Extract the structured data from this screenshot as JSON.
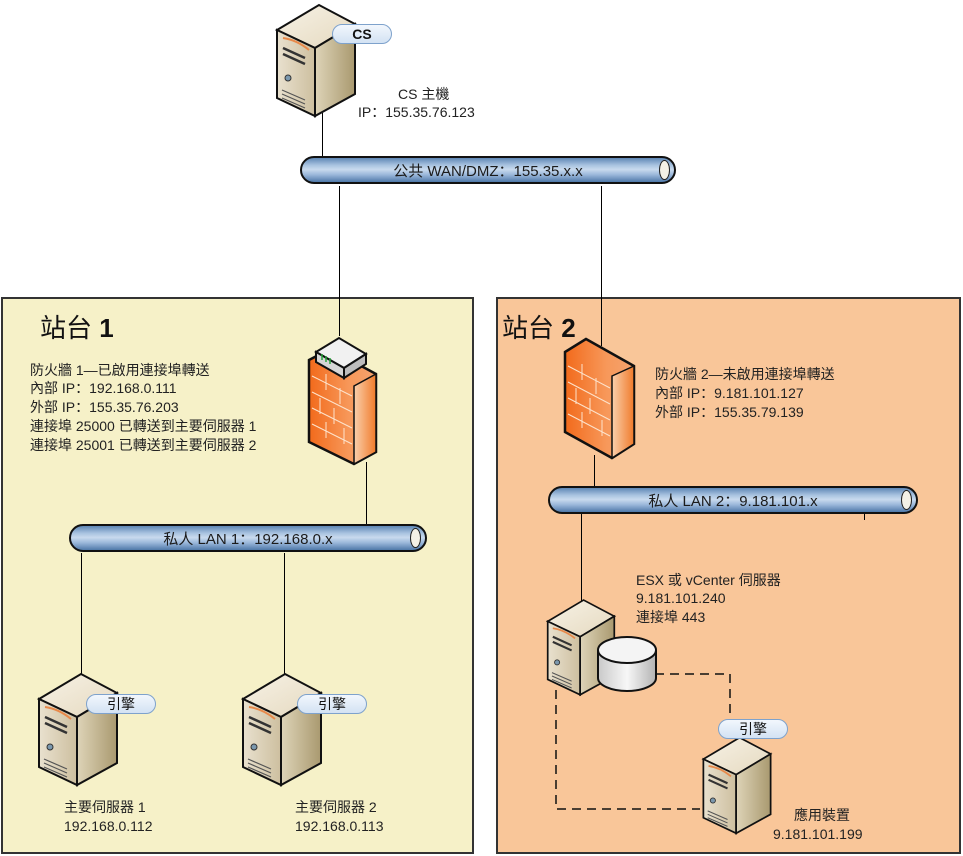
{
  "cs_host": {
    "badge": "CS",
    "name": "CS 主機",
    "ip": "IP：155.35.76.123"
  },
  "wan": {
    "label": "公共 WAN/DMZ：155.35.x.x"
  },
  "site1": {
    "title_text": "站台 ",
    "title_num": "1",
    "firewall": {
      "title": "防火牆 1—已啟用連接埠轉送",
      "internal_ip": "內部 IP：192.168.0.111",
      "external_ip": "外部 IP：155.35.76.203",
      "forward_1": "連接埠 25000 已轉送到主要伺服器 1",
      "forward_2": "連接埠 25001 已轉送到主要伺服器 2"
    },
    "lan": {
      "label": "私人 LAN 1：192.168.0.x"
    },
    "servers": [
      {
        "badge": "引擎",
        "name": "主要伺服器 1",
        "ip": "192.168.0.112"
      },
      {
        "badge": "引擎",
        "name": "主要伺服器 2",
        "ip": "192.168.0.113"
      }
    ]
  },
  "site2": {
    "title_text": "站台 ",
    "title_num": "2",
    "firewall": {
      "title": "防火牆 2—未啟用連接埠轉送",
      "internal_ip": "內部 IP：9.181.101.127",
      "external_ip": "外部 IP：155.35.79.139"
    },
    "lan": {
      "label": "私人 LAN 2：9.181.101.x"
    },
    "esx": {
      "name": "ESX 或 vCenter 伺服器",
      "ip": "9.181.101.240",
      "port": "連接埠 443"
    },
    "appliance": {
      "badge": "引擎",
      "name": "應用裝置",
      "ip": "9.181.101.199"
    }
  },
  "colors": {
    "site1_bg": "#f6f1c8",
    "site2_bg": "#f9c699",
    "pipe_blue": "#9ab7da",
    "firewall_orange": "#f47b28"
  }
}
